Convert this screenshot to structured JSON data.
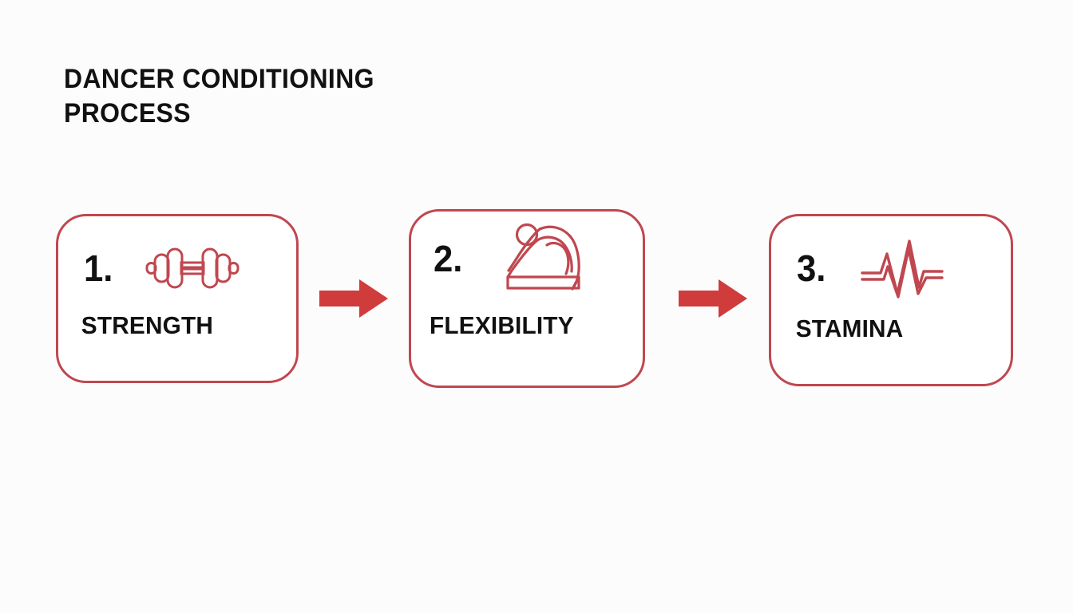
{
  "page": {
    "background_color": "#fcfcfd",
    "accent_color": "#c0474f",
    "arrow_color": "#d03b3b",
    "text_color": "#111111"
  },
  "title": {
    "line1": "DANCER CONDITIONING",
    "line2": "PROCESS",
    "full": "DANCER CONDITIONING PROCESS"
  },
  "flow": {
    "steps": [
      {
        "number": "1.",
        "label": "STRENGTH",
        "icon": "dumbbell-icon"
      },
      {
        "number": "2.",
        "label": "FLEXIBILITY",
        "icon": "stretching-person-icon"
      },
      {
        "number": "3.",
        "label": "STAMINA",
        "icon": "heartbeat-pulse-icon"
      }
    ],
    "connectors": [
      {
        "name": "arrow-right-icon"
      },
      {
        "name": "arrow-right-icon"
      }
    ]
  }
}
